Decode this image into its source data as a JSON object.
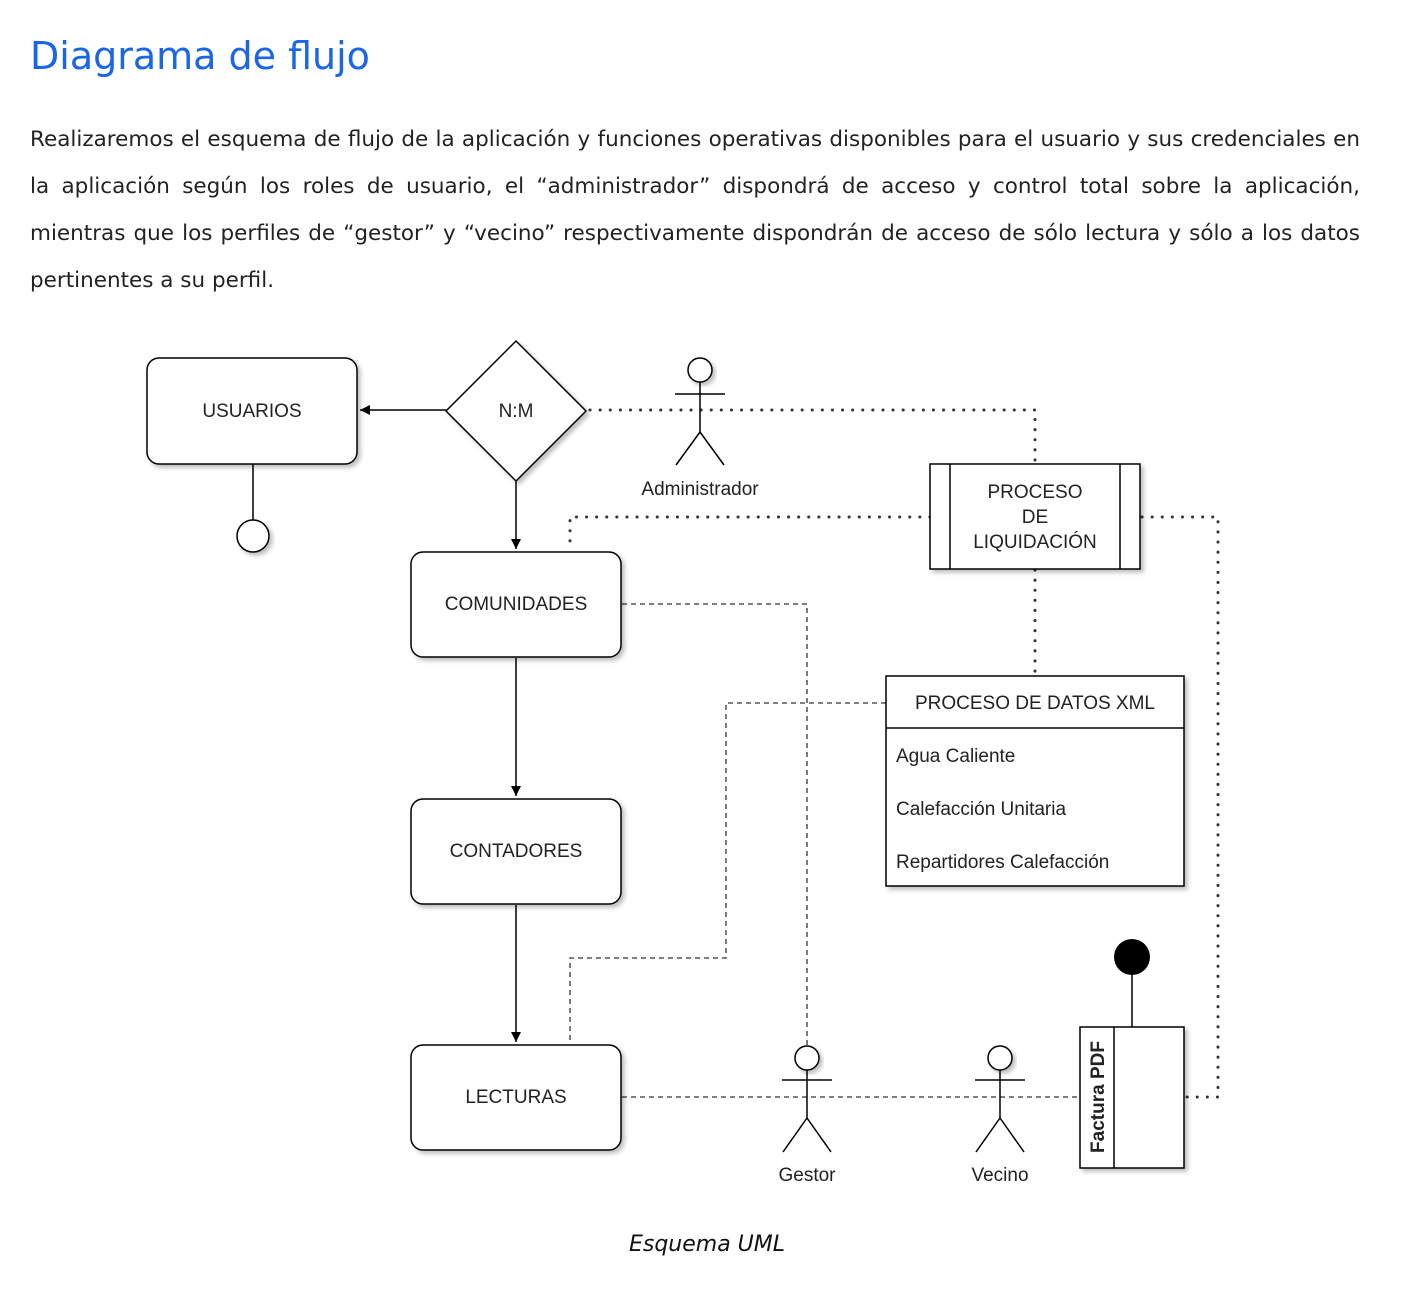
{
  "page": {
    "title": "Diagrama de flujo",
    "intro": "Realizaremos el esquema de flujo de la aplicación y funciones operativas disponibles para el usuario y sus credenciales en la aplicación según los roles de usuario, el “administrador” dispondrá de acceso y control total sobre la aplicación, mientras que los perfiles de “gestor” y “vecino” respectivamente dispondrán de acceso de sólo  lectura y sólo a los datos pertinentes a su perfil.",
    "caption": "Esquema UML"
  },
  "diagram": {
    "nodes": {
      "usuarios": "USUARIOS",
      "nm": "N:M",
      "comunidades": "COMUNIDADES",
      "contadores": "CONTADORES",
      "lecturas": "LECTURAS",
      "proceso_liquidacion": [
        "PROCESO",
        "DE",
        "LIQUIDACIÓN"
      ],
      "factura": "Factura PDF"
    },
    "xml_process": {
      "header": "PROCESO DE DATOS XML",
      "items": [
        "Agua Caliente",
        "Calefacción Unitaria",
        "Repartidores Calefacción"
      ]
    },
    "actors": {
      "administrador": "Administrador",
      "gestor": "Gestor",
      "vecino": "Vecino"
    }
  }
}
